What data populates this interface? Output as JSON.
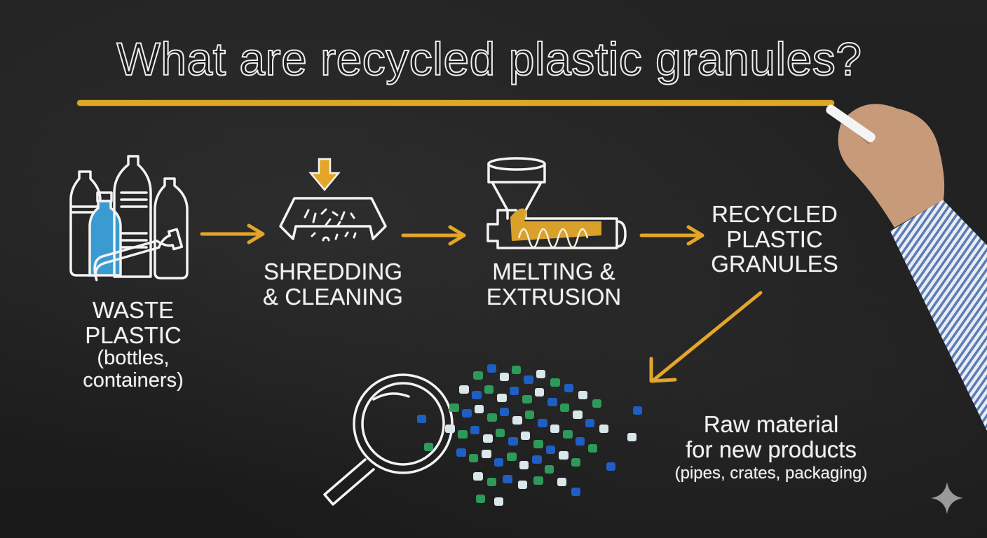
{
  "title": "What are recycled plastic granules?",
  "colors": {
    "background": "#1c1c1c",
    "chalk_white": "#f2f2f2",
    "chalk_yellow": "#e0a722",
    "bottle_blue": "#3a9bd0",
    "granule_green": "#2e9a5a",
    "granule_blue": "#1f5fc4",
    "granule_clear": "#d9e6ea",
    "shirt_stripe": "#5b7bb5"
  },
  "steps": [
    {
      "id": "waste-plastic",
      "icon": "bottles-icon",
      "lines": [
        "WASTE",
        "PLASTIC"
      ],
      "sub": [
        "(bottles,",
        "containers)"
      ]
    },
    {
      "id": "shredding",
      "icon": "shredder-icon",
      "lines": [
        "SHREDDING",
        "& CLEANING"
      ]
    },
    {
      "id": "melting",
      "icon": "extruder-icon",
      "lines": [
        "MELTING &",
        "EXTRUSION"
      ]
    },
    {
      "id": "granules",
      "icon": "none",
      "lines": [
        "RECYCLED",
        "PLASTIC",
        "GRANULES"
      ]
    }
  ],
  "result": {
    "icon": "magnifier-granules-icon",
    "lines": [
      "Raw material",
      "for new products"
    ],
    "sub": "(pipes, crates, packaging)"
  },
  "decorations": {
    "hand": "hand-with-chalk",
    "watermark": "sparkle-icon"
  }
}
